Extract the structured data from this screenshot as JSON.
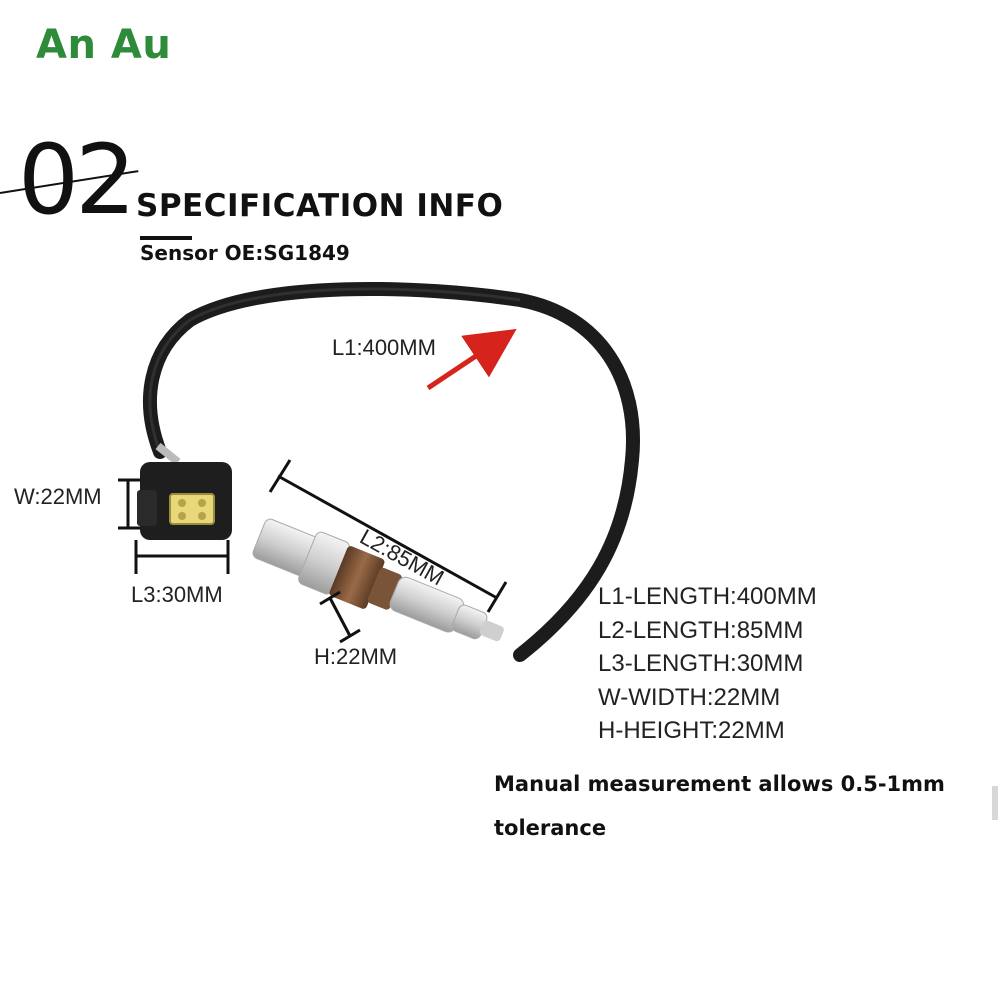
{
  "brand": "An Au",
  "section": {
    "number": "02",
    "title": "SPECIFICATION INFO",
    "sensor_oe": "Sensor OE:SG1849"
  },
  "dimension_labels": {
    "l1": "L1:400MM",
    "l2": "L2:85MM",
    "l3": "L3:30MM",
    "w": "W:22MM",
    "h": "H:22MM"
  },
  "specs": [
    "L1-LENGTH:400MM",
    "L2-LENGTH:85MM",
    "L3-LENGTH:30MM",
    "W-WIDTH:22MM",
    "H-HEIGHT:22MM"
  ],
  "note": "Manual measurement allows 0.5-1mm tolerance",
  "colors": {
    "brand": "#2e8b3a",
    "arrow": "#d6241c",
    "cable": "#1c1c1c",
    "connector_pins": "#e8d879"
  }
}
